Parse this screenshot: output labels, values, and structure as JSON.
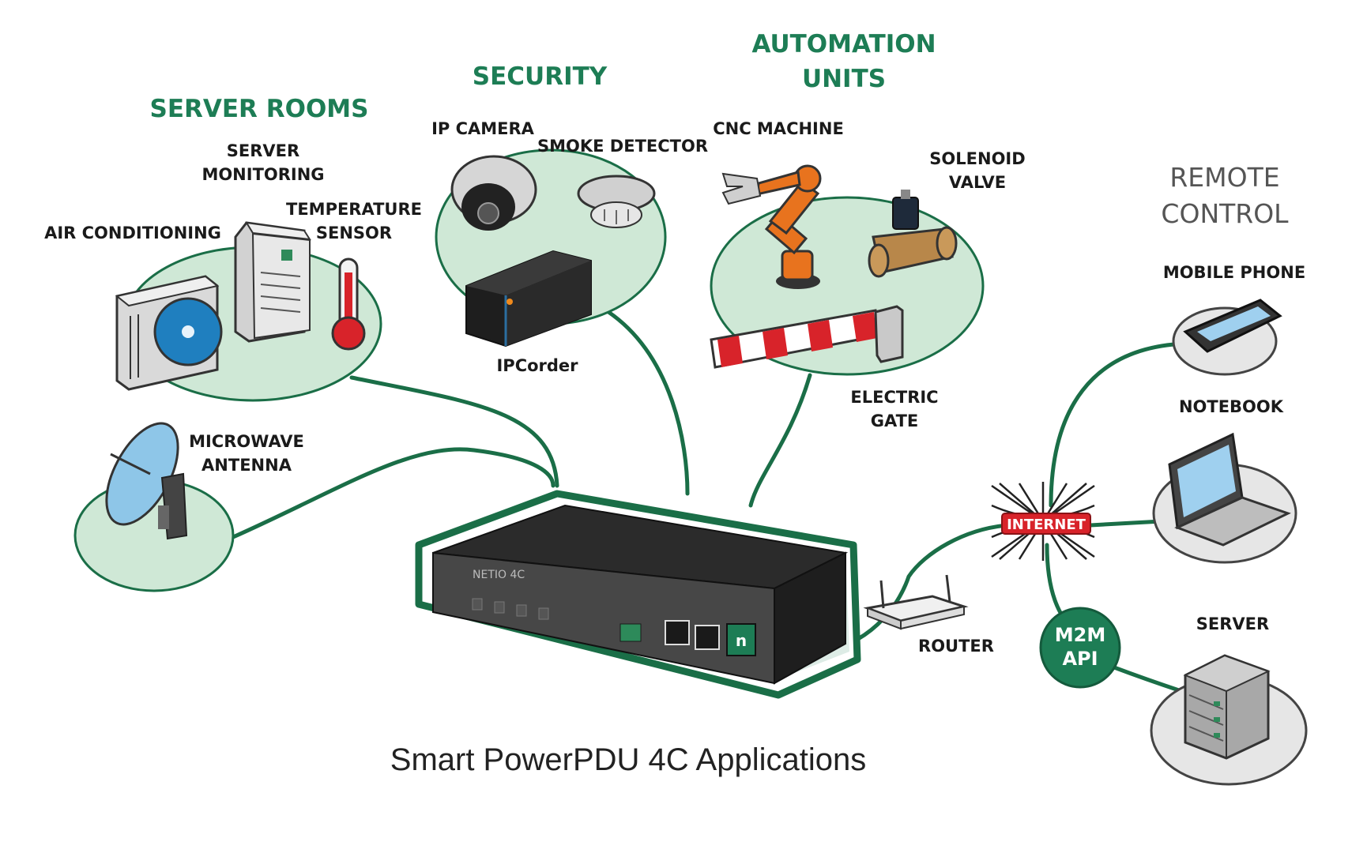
{
  "groups": {
    "server_rooms": "SERVER ROOMS",
    "security": "SECURITY",
    "automation_line1": "AUTOMATION",
    "automation_line2": "UNITS",
    "remote_line1": "REMOTE",
    "remote_line2": "CONTROL"
  },
  "devices": {
    "server_monitoring_1": "SERVER",
    "server_monitoring_2": "MONITORING",
    "air_conditioning": "AIR CONDITIONING",
    "temperature_1": "TEMPERATURE",
    "temperature_2": "SENSOR",
    "microwave_1": "MICROWAVE",
    "microwave_2": "ANTENNA",
    "ip_camera": "IP CAMERA",
    "smoke_detector": "SMOKE DETECTOR",
    "ipcorder": "IPCorder",
    "cnc_machine": "CNC MACHINE",
    "solenoid_1": "SOLENOID",
    "solenoid_2": "VALVE",
    "electric_gate_1": "ELECTRIC",
    "electric_gate_2": "GATE",
    "mobile_phone": "MOBILE PHONE",
    "notebook": "NOTEBOOK",
    "server": "SERVER",
    "router": "ROUTER",
    "internet": "INTERNET",
    "m2m_1": "M2M",
    "m2m_2": "API",
    "brand": "NETIO 4C"
  },
  "caption": "Smart PowerPDU 4C Applications",
  "colors": {
    "brand_green": "#1d7d55",
    "zone_fill": "#cfe8d6",
    "internet_red": "#d8232a"
  }
}
